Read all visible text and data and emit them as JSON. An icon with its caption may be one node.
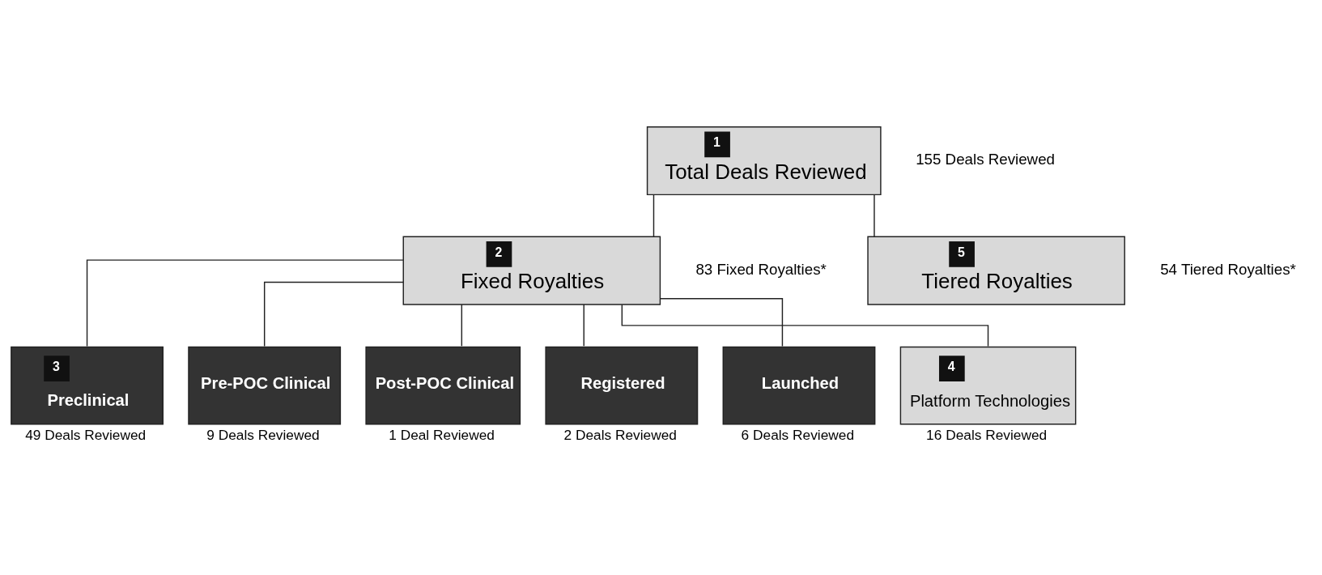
{
  "diagram": {
    "nodes": [
      {
        "text": [
          "1",
          "Total Deals Reviewed"
        ],
        "beside": [
          "155 Deals Reviewed"
        ]
      },
      {
        "text": [
          "2",
          "Fixed Royalties"
        ],
        "beside": [
          "83 Fixed Royalties*"
        ]
      },
      {
        "text": [
          "5",
          "Tiered Royalties"
        ],
        "beside": [
          "54 Tiered Royalties*"
        ]
      },
      {
        "text": [
          "3",
          "Preclinical"
        ],
        "beside": [
          "49 Deals Reviewed"
        ]
      },
      {
        "text": [
          "Pre-POC Clinical"
        ],
        "beside": [
          "9 Deals Reviewed"
        ]
      },
      {
        "text": [
          "Post-POC Clinical"
        ],
        "beside": [
          "1 Deal Reviewed"
        ]
      },
      {
        "text": [
          "Registered"
        ],
        "beside": [
          "2 Deals Reviewed"
        ]
      },
      {
        "text": [
          "Launched"
        ],
        "beside": [
          "6 Deals Reviewed"
        ]
      },
      {
        "text": [
          "4",
          "Platform Technologies"
        ],
        "beside": [
          "16 Deals Reviewed"
        ]
      }
    ],
    "edges": [
      {
        "from": 0,
        "to": 1,
        "arrow": "none"
      },
      {
        "from": 0,
        "to": 2,
        "arrow": "none"
      },
      {
        "from": 1,
        "to": 3,
        "arrow": "none"
      },
      {
        "from": 1,
        "to": 4,
        "arrow": "none"
      },
      {
        "from": 1,
        "to": 5,
        "arrow": "none"
      },
      {
        "from": 1,
        "to": 6,
        "arrow": "none"
      },
      {
        "from": 1,
        "to": 7,
        "arrow": "none"
      },
      {
        "from": 1,
        "to": 8,
        "arrow": "none"
      }
    ]
  }
}
